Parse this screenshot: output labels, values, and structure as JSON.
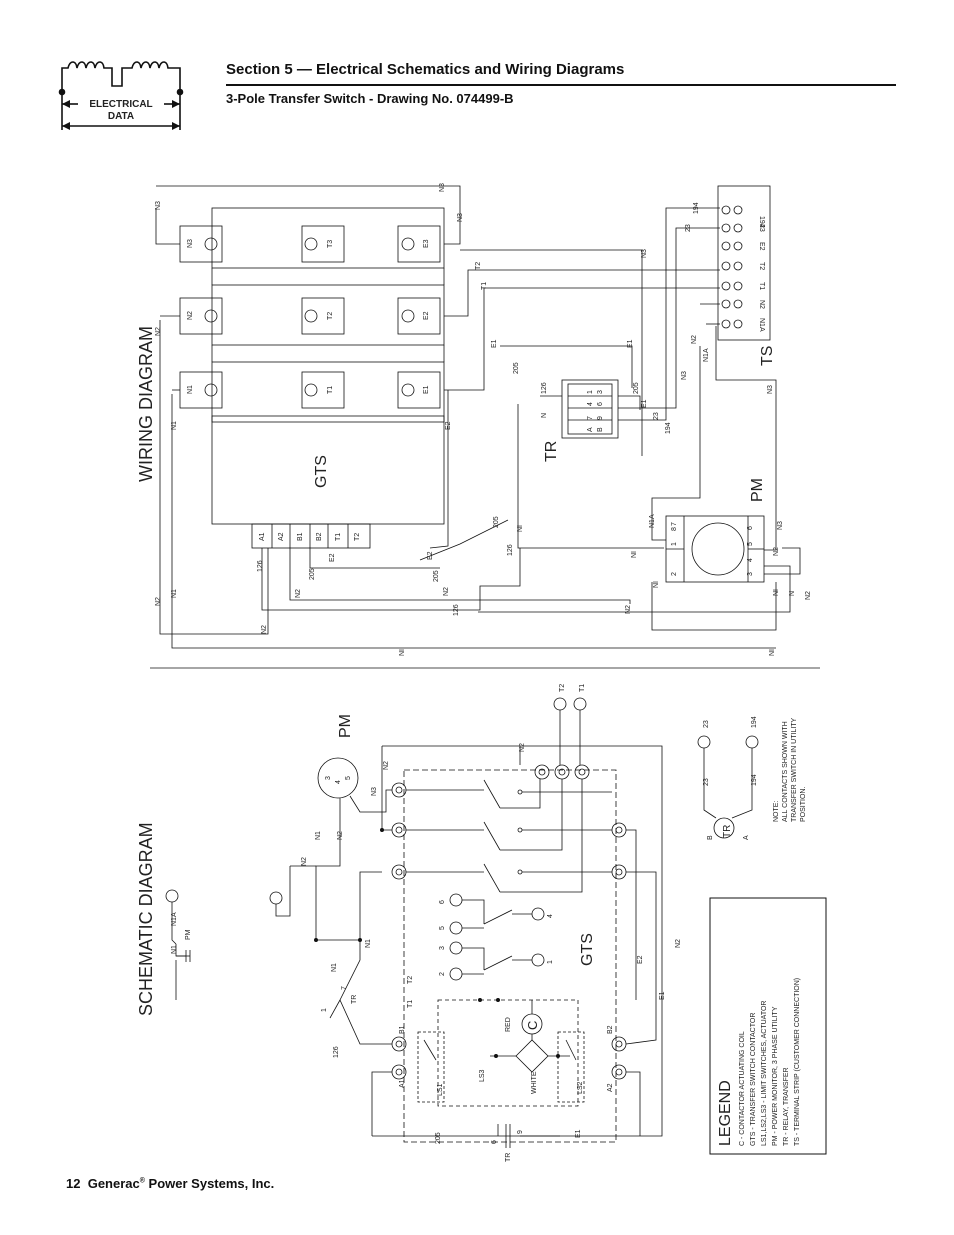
{
  "header": {
    "title": "Section 5 — Electrical Schematics and Wiring Diagrams",
    "subtitle": "3-Pole Transfer Switch - Drawing No. 074499-B",
    "logo_line1": "ELECTRICAL",
    "logo_line2": "DATA"
  },
  "footer": {
    "page_number": "12",
    "company": "Generac",
    "company_suffix": "Power Systems, Inc."
  },
  "wiring": {
    "title": "WIRING DIAGRAM",
    "gts": "GTS",
    "tr": "TR",
    "pm": "PM",
    "ts": "TS",
    "contactor_labels": [
      "N3",
      "T3",
      "E3",
      "N2",
      "T2",
      "E2",
      "N1",
      "T1",
      "E1"
    ],
    "gts_terminals": [
      "A1",
      "A2",
      "B1",
      "B2",
      "T1",
      "T2"
    ],
    "ts_terminals": [
      "194",
      "23",
      "E2",
      "T2",
      "T1",
      "N2",
      "N1A"
    ],
    "tr_pins": [
      "A",
      "7",
      "4",
      "1",
      "B",
      "9",
      "6",
      "3"
    ],
    "pm_pins": [
      "1",
      "8",
      "7",
      "2",
      "3",
      "4",
      "5",
      "6"
    ],
    "wire_labels": {
      "n3": "N3",
      "n2": "N2",
      "n1": "N1",
      "n1a": "N1A",
      "ni": "NI",
      "n": "N",
      "t1": "T1",
      "t2": "T2",
      "e1": "E1",
      "e2": "E2",
      "w205": "205",
      "w126": "126",
      "w23": "23",
      "w194": "194"
    }
  },
  "schematic": {
    "title": "SCHEMATIC DIAGRAM",
    "gts": "GTS",
    "pm": "PM",
    "tr": "TR",
    "c": "C",
    "red": "RED",
    "white": "WHITE",
    "ls1": "LS1",
    "ls2": "LS2",
    "ls3": "LS3",
    "labels": {
      "t1": "T1",
      "t2": "T2",
      "n1": "N1",
      "n2": "N2",
      "n3": "N3",
      "n1a": "N1A",
      "e1": "E1",
      "e2": "E2",
      "a1": "A1",
      "a2": "A2",
      "b1": "B1",
      "b2": "B2",
      "w205": "205",
      "w126": "126",
      "w23": "23",
      "w194": "194",
      "p1": "1",
      "p2": "2",
      "p3": "3",
      "p4": "4",
      "p5": "5",
      "p6": "6",
      "p7": "7",
      "p9": "9",
      "a": "A",
      "b": "B"
    }
  },
  "note": {
    "line1": "NOTE:",
    "line2": "ALL CONTACTS SHOWN WITH",
    "line3": "TRANSFER SWITCH IN UTILITY",
    "line4": "POSITION."
  },
  "legend": {
    "title": "LEGEND",
    "items": [
      "C   - CONTACTOR ACTUATING COIL",
      "GTS - TRANSFER SWITCH CONTACTOR",
      "LS1,LS2,LS3 - LIMIT SWITCHES, ACTUATOR",
      "PM  - POWER MONITOR, 3 PHASE UTILITY",
      "TR  - RELAY, TRANSFER",
      "TS  - TERMINAL STRIP (CUSTOMER CONNECTION)"
    ]
  }
}
